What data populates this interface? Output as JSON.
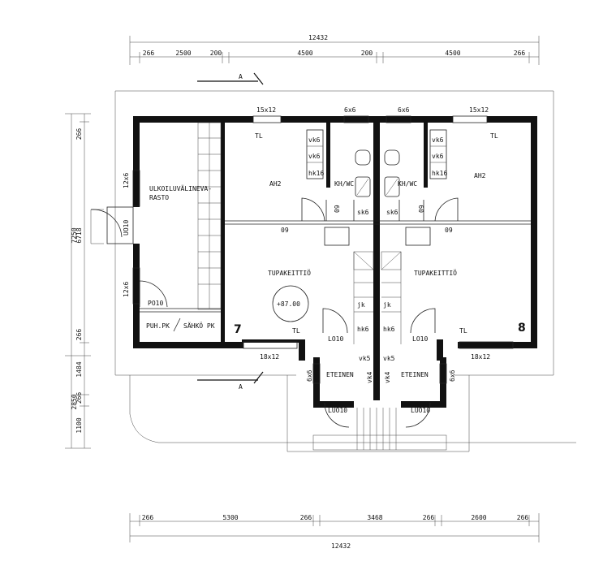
{
  "dims": {
    "top_total": "12432",
    "top": [
      "266",
      "2500",
      "200",
      "4500",
      "200",
      "4500",
      "266"
    ],
    "bottom_total": "12432",
    "bottom": [
      "266",
      "5300",
      "266",
      "3468",
      "266",
      "2600",
      "266"
    ],
    "left_outer": [
      "7250",
      "2850"
    ],
    "left_inner": [
      "266",
      "6718",
      "266",
      "1484",
      "266",
      "1100"
    ]
  },
  "section_marks": {
    "top": "A",
    "bottom": "A"
  },
  "openings": {
    "w_15x12_left": "15x12",
    "w_15x12_right": "15x12",
    "w_6x6_a": "6x6",
    "w_6x6_b": "6x6",
    "w_12x6_a": "12x6",
    "w_12x6_b": "12x6",
    "w_18x12_left": "18x12",
    "w_18x12_right": "18x12",
    "w_6x6_left": "6x6",
    "w_6x6_right": "6x6",
    "d_ulko": "UO10",
    "d_09_left": "09",
    "d_09_right": "09",
    "d_09_a": "09",
    "d_09_b": "09"
  },
  "rooms": {
    "storage": "ULKOILUVÄLINEVA-",
    "storage2": "RASTO",
    "ah2_left": "AH2",
    "ah2_right": "AH2",
    "khwc_left": "KH/WC",
    "khwc_right": "KH/WC",
    "tupa_left": "TUPAKEITTIÖ",
    "tupa_right": "TUPAKEITTIÖ",
    "eteinen_left": "ETEINEN",
    "eteinen_right": "ETEINEN",
    "puh": "PUH.PK",
    "sahko": "SÄHKÖ PK",
    "elevation": "+87.00",
    "unit_left": "7",
    "unit_right": "8"
  },
  "fixtures": {
    "vk6_a": "vk6",
    "vk6_b": "vk6",
    "hk16_a": "hk16",
    "vk6_c": "vk6",
    "vk6_d": "vk6",
    "hk16_b": "hk16",
    "sk6_a": "sk6",
    "sk6_b": "sk6",
    "jk_a": "jk",
    "jk_b": "jk",
    "hk6_a": "hk6",
    "hk6_b": "hk6",
    "vk5_a": "vk5",
    "vk5_b": "vk5",
    "vk4_a": "vk4",
    "vk4_b": "vk4",
    "po10": "PO10",
    "lo10_a": "LO10",
    "lo10_b": "LO10",
    "luo10_a": "LUO10",
    "luo10_b": "LUO10",
    "tl_a": "TL",
    "tl_b": "TL",
    "tl_c": "TL",
    "tl_d": "TL"
  }
}
